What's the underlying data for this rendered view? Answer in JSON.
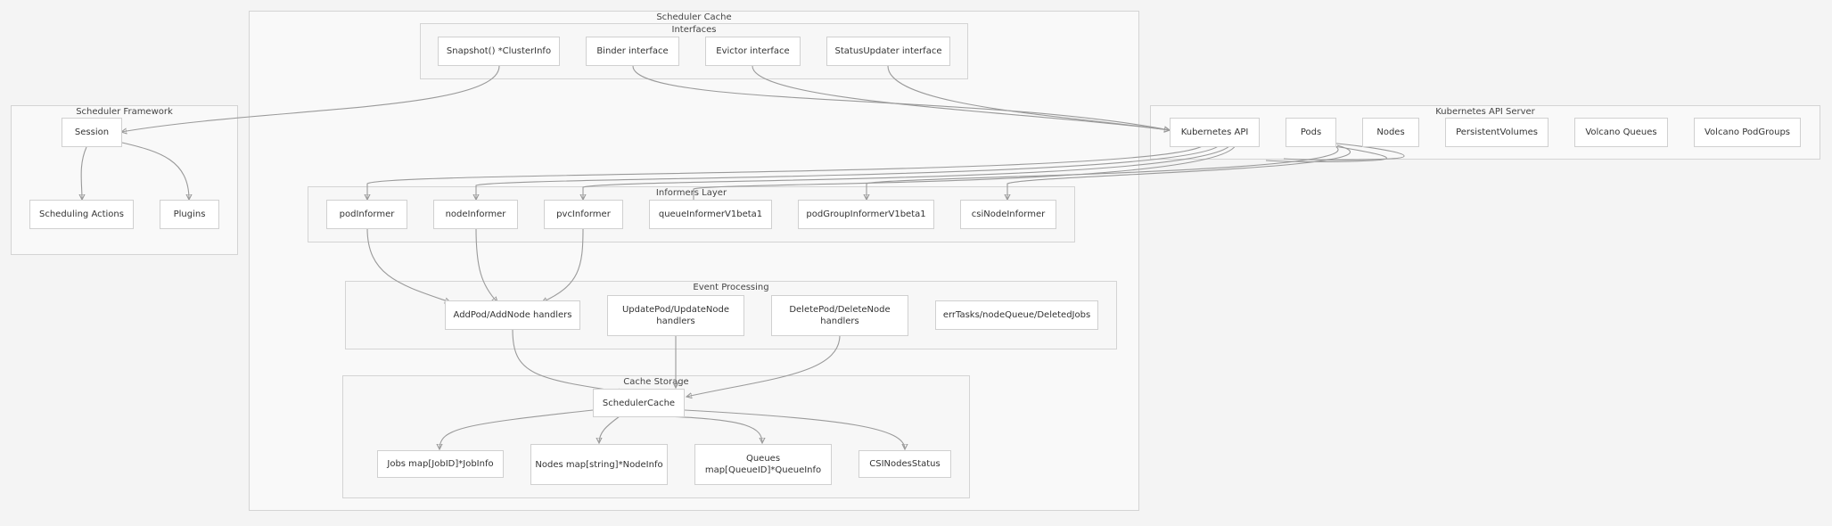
{
  "groups": {
    "cache": "Scheduler Cache",
    "interfaces": "Interfaces",
    "framework": "Scheduler Framework",
    "api": "Kubernetes API Server",
    "informers": "Informers Layer",
    "events": "Event Processing",
    "storage": "Cache Storage"
  },
  "nodes": {
    "snapshot": "Snapshot() *ClusterInfo",
    "binder": "Binder interface",
    "evictor": "Evictor interface",
    "status_updater": "StatusUpdater interface",
    "session": "Session",
    "scheduling_actions": "Scheduling Actions",
    "plugins": "Plugins",
    "k8s_api": "Kubernetes API",
    "pods": "Pods",
    "nodes": "Nodes",
    "pvs": "PersistentVolumes",
    "volcano_queues": "Volcano Queues",
    "volcano_podgroups": "Volcano PodGroups",
    "pod_informer": "podInformer",
    "node_informer": "nodeInformer",
    "pvc_informer": "pvcInformer",
    "queue_informer": "queueInformerV1beta1",
    "podgroup_informer": "podGroupInformerV1beta1",
    "csinode_informer": "csiNodeInformer",
    "add_handlers": "AddPod/AddNode handlers",
    "update_handlers": "UpdatePod/UpdateNode handlers",
    "delete_handlers": "DeletePod/DeleteNode handlers",
    "err_tasks": "errTasks/nodeQueue/DeletedJobs",
    "scheduler_cache": "SchedulerCache",
    "jobs_map": "Jobs map[JobID]*JobInfo",
    "nodes_map": "Nodes map[string]*NodeInfo",
    "queues_map": "Queues map[QueueID]*QueueInfo",
    "csi_status": "CSINodesStatus"
  }
}
